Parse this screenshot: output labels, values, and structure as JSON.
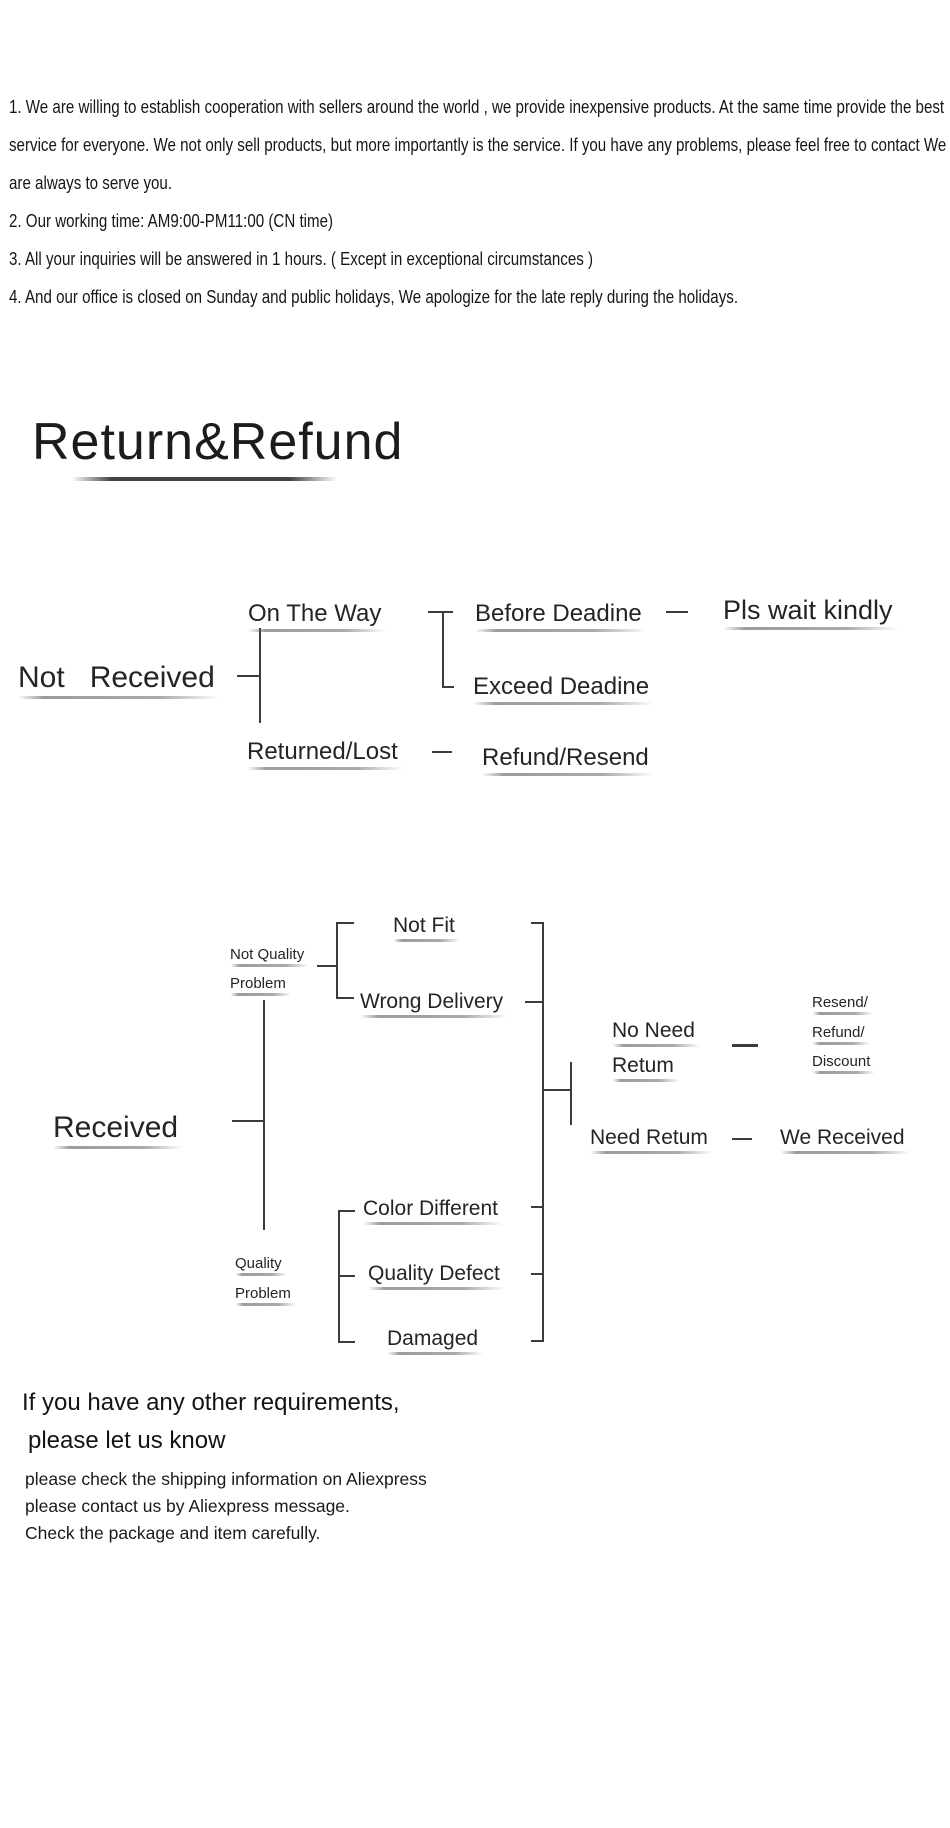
{
  "colors": {
    "text": "#1f1f1f",
    "line": "#3c3c3c",
    "background": "#ffffff"
  },
  "intro": {
    "lines": [
      "1. We are willing to establish cooperation with sellers around the world , we provide inexpensive products. At the same time provide the best",
      "service for everyone. We not only sell products, but more importantly is the service. If you have any problems, please feel free to contact We",
      "are always to serve you.",
      "2. Our working time: AM9:00-PM11:00 (CN time)",
      "3. All your inquiries will be answered in 1 hours. ( Except in exceptional circumstances )",
      "4. And our office is closed on Sunday and public holidays, We apologize for the late reply during the holidays."
    ]
  },
  "title": "Return&Refund",
  "flow_not_received": {
    "root": "Not   Received",
    "on_the_way": "On The Way",
    "before_deadline": "Before Deadine",
    "pls_wait": "Pls wait kindly",
    "exceed_deadline": "Exceed Deadine",
    "returned_lost": "Returned/Lost",
    "refund_resend": "Refund/Resend"
  },
  "flow_received": {
    "root": "Received",
    "not_quality_line1": "Not Quality",
    "not_quality_line2": "Problem",
    "not_fit": "Not Fit",
    "wrong_delivery": "Wrong Delivery",
    "no_need_line1": "No Need",
    "no_need_line2": "Retum",
    "outcome_lines": [
      "Resend/",
      "Refund/",
      "Discount"
    ],
    "need_return": "Need Retum",
    "we_received": "We Received",
    "color_different": "Color Different",
    "quality_defect": "Quality Defect",
    "damaged": "Damaged",
    "quality_line1": "Quality",
    "quality_line2": "Problem"
  },
  "footer": {
    "heading_line1": "If you have any other requirements,",
    "heading_line2": "please let us know",
    "notes": [
      "please check the shipping information on Aliexpress",
      "please contact us by Aliexpress message.",
      "Check the package and item carefully."
    ]
  }
}
